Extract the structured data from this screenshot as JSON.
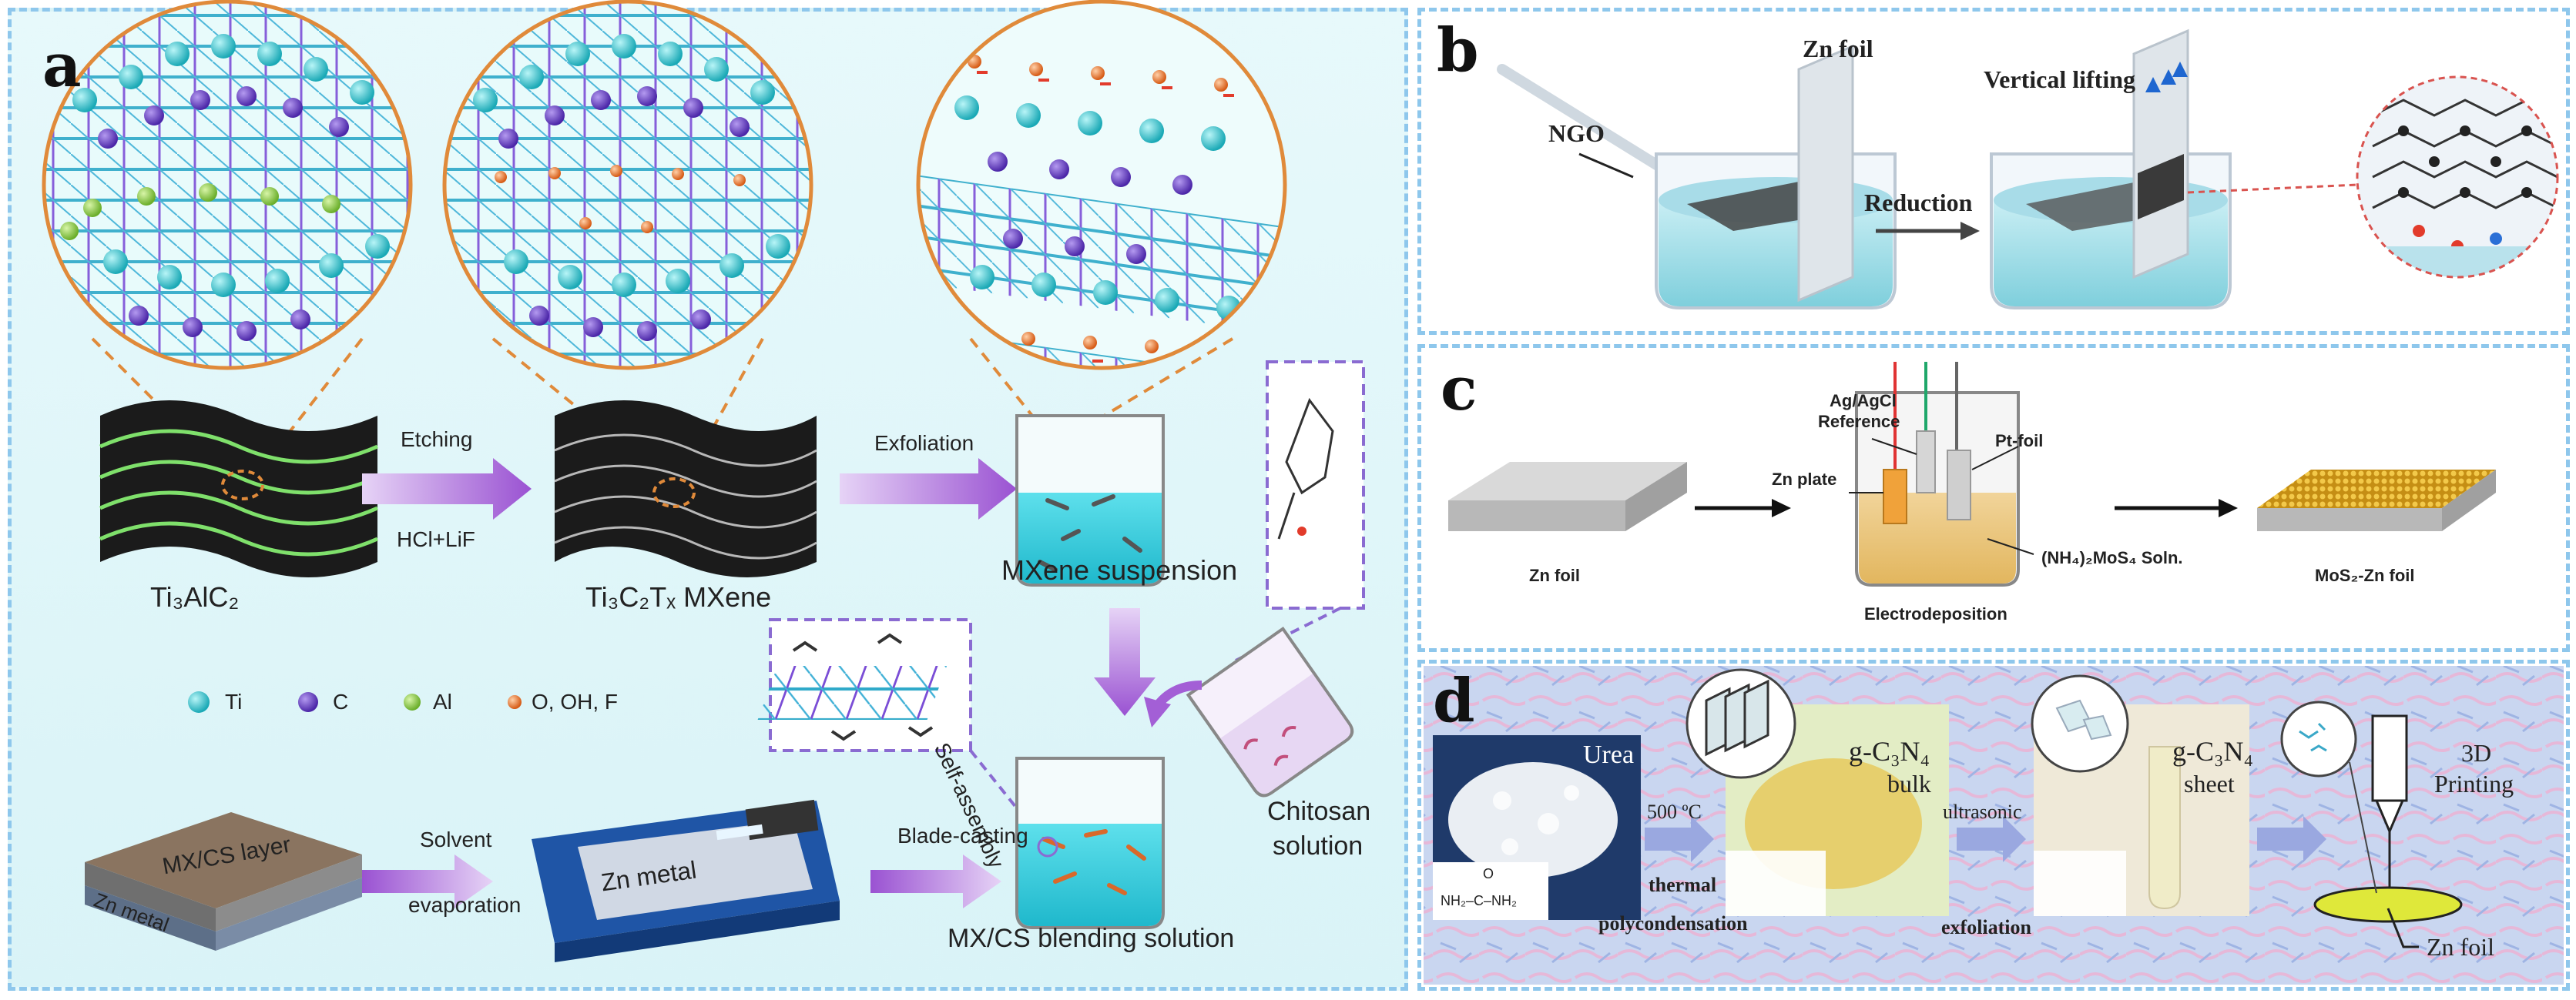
{
  "colors": {
    "panel_border": "#8ec7ec",
    "arrow": "#a35fd6",
    "ti": "#23c4cf",
    "c": "#6a3ec9",
    "al": "#8fd14a",
    "o": "#f07a2c",
    "mos2": "#d9a824"
  },
  "panel_a": {
    "label": "a",
    "arrow_etching_top": "Etching",
    "arrow_etching_bottom": "HCl+LiF",
    "arrow_exfoliation": "Exfoliation",
    "caption_ti3alc2": "Ti₃AlC₂",
    "caption_mxene": "Ti₃C₂Tₓ MXene",
    "caption_suspension": "MXene suspension",
    "legend": [
      {
        "symbol": "Ti",
        "icon": "ti-atom-icon"
      },
      {
        "symbol": "C",
        "icon": "c-atom-icon"
      },
      {
        "symbol": "Al",
        "icon": "al-atom-icon"
      },
      {
        "symbol": "O, OH, F",
        "icon": "o-atom-icon"
      }
    ],
    "self_assembly": "Self-assembly",
    "chitosan_line1": "Chitosan",
    "chitosan_line2": "solution",
    "blend_caption": "MX/CS blending solution",
    "blade_casting": "Blade-casting",
    "zn_metal_sheet": "Zn metal",
    "solvent_line1": "Solvent",
    "solvent_line2": "evaporation",
    "layer_label": "MX/CS layer",
    "layer_base": "Zn metal"
  },
  "panel_b": {
    "label": "b",
    "zn_foil": "Zn foil",
    "ngo": "NGO",
    "reduction": "Reduction",
    "vertical_lifting": "Vertical lifting"
  },
  "panel_c": {
    "label": "c",
    "zn_foil": "Zn foil",
    "ref_line1": "Ag/AgCl",
    "ref_line2": "Reference",
    "pt_foil": "Pt-foil",
    "zn_plate": "Zn plate",
    "solution": "(NH₄)₂MoS₄ Soln.",
    "electrodeposition": "Electrodeposition",
    "product": "MoS₂-Zn foil"
  },
  "panel_d": {
    "label": "d",
    "urea": "Urea",
    "urea_formula": "NH₂–C–NH₂",
    "urea_carbonyl": "O",
    "temp": "500 ºC",
    "step1_line1": "thermal",
    "step1_line2": "polycondensation",
    "bulk_line1": "g-C₃N₄",
    "bulk_line2": "bulk",
    "step2": "ultrasonic",
    "step2b": "exfoliation",
    "sheet_line1": "g-C₃N₄",
    "sheet_line2": "sheet",
    "print_line1": "3D",
    "print_line2": "Printing",
    "zn_foil": "Zn foil"
  }
}
